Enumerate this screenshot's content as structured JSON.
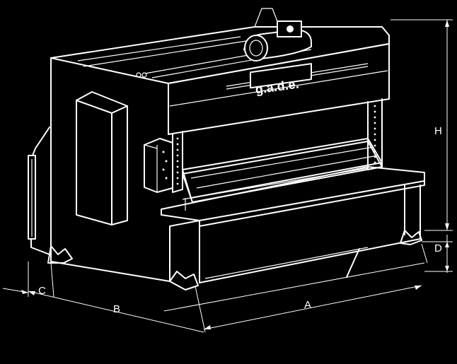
{
  "logo": {
    "text": "g.a.d.e."
  },
  "dimensions": {
    "A": "A",
    "B": "B",
    "C": "C",
    "D": "D",
    "H": "H"
  },
  "colors": {
    "background": "#000000",
    "line": "#ffffff"
  }
}
